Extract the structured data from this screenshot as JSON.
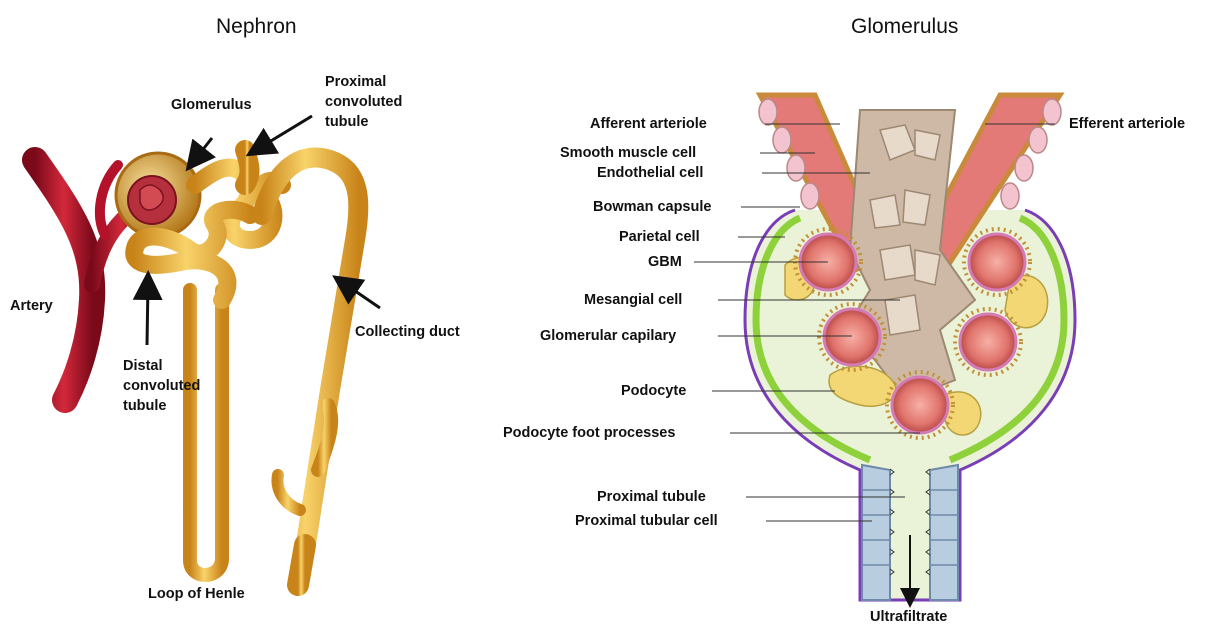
{
  "panels": {
    "left_title": "Nephron",
    "right_title": "Glomerulus"
  },
  "nephron_labels": {
    "glomerulus": "Glomerulus",
    "proximal_convoluted_tubule": "Proximal convoluted tubule",
    "artery": "Artery",
    "distal_convoluted_tubule": "Distal convoluted tubule",
    "collecting_duct": "Collecting duct",
    "loop_of_henle": "Loop of Henle"
  },
  "glomerulus_labels": {
    "afferent_arteriole": "Afferent arteriole",
    "efferent_arteriole": "Efferent arteriole",
    "smooth_muscle_cell": "Smooth muscle cell",
    "endothelial_cell": "Endothelial cell",
    "bowman_capsule": "Bowman capsule",
    "parietal_cell": "Parietal cell",
    "gbm": "GBM",
    "mesangial_cell": "Mesangial cell",
    "glomerular_capilary": "Glomerular capilary",
    "podocyte": "Podocyte",
    "podocyte_foot_processes": "Podocyte foot processes",
    "proximal_tubule": "Proximal tubule",
    "proximal_tubular_cell": "Proximal tubular cell",
    "ultrafiltrate": "Ultrafiltrate"
  },
  "colors": {
    "artery": "#b3122a",
    "tubule": "#f0b43c",
    "tubule_dark": "#c8841c",
    "arteriole": "#e47a78",
    "capsule_outline": "#7a3db8",
    "parietal": "#8ed13a",
    "podocyte": "#f2d774",
    "mesangial": "#c8b4a0",
    "filtrate": "#eaf3d8",
    "tubular_cell": "#b9cde0"
  }
}
